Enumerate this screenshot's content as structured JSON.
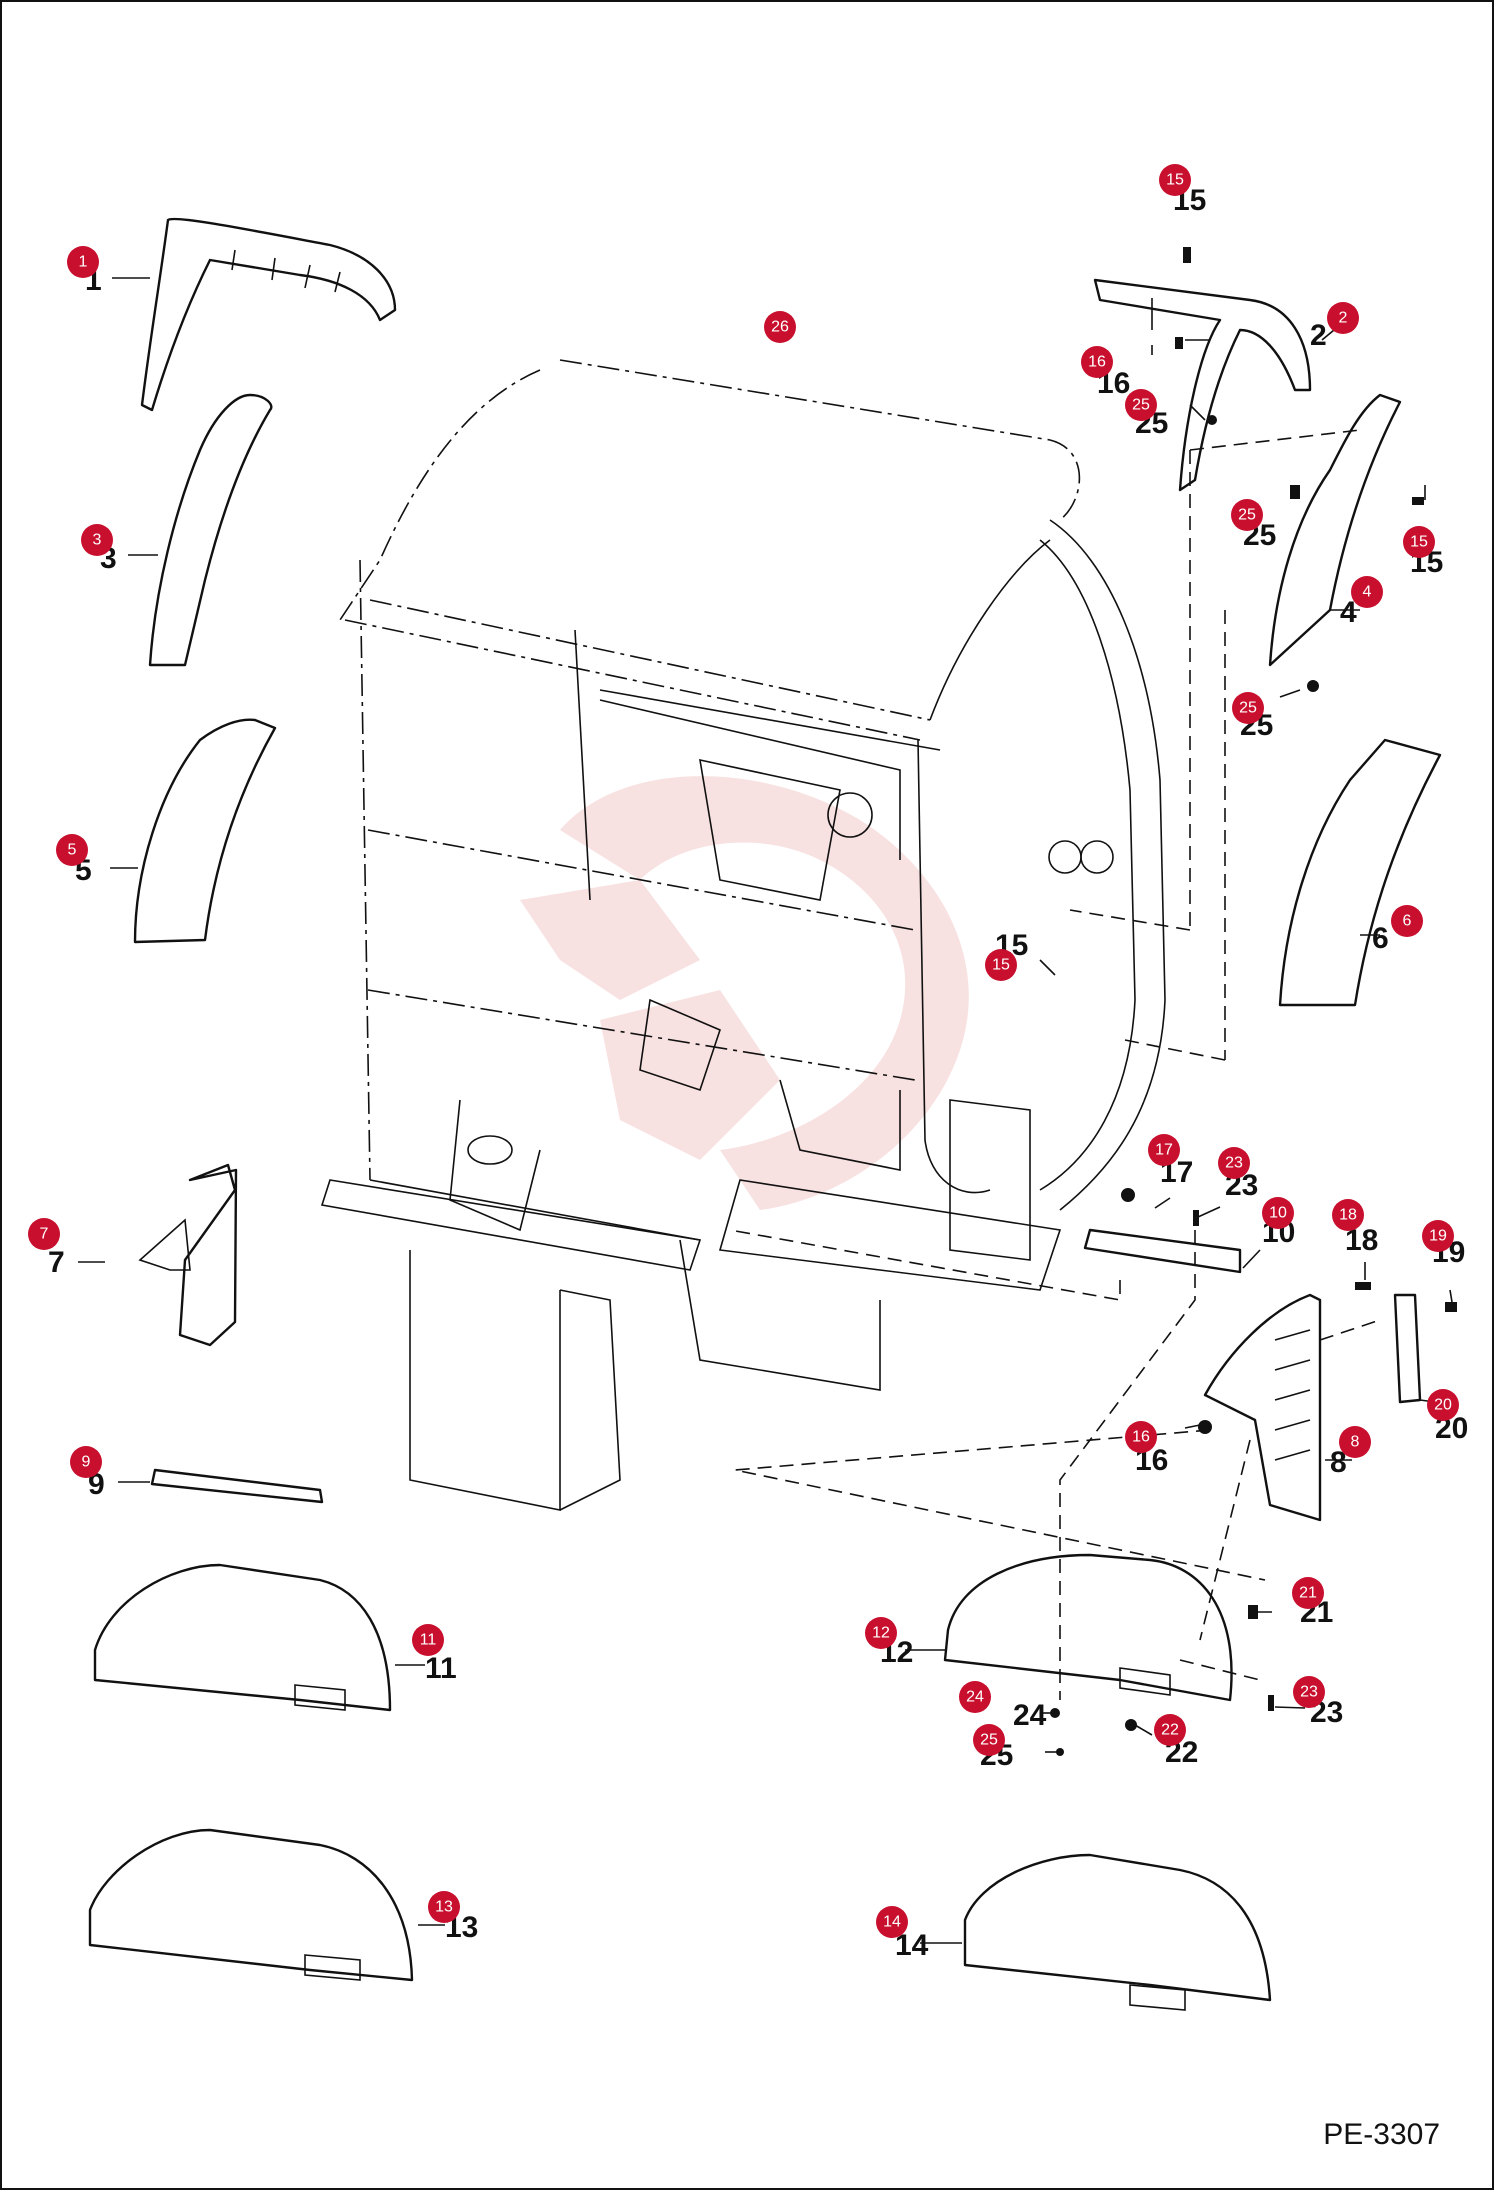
{
  "diagram": {
    "code": "PE-3307",
    "callouts": [
      {
        "n": "1"
      },
      {
        "n": "2"
      },
      {
        "n": "3"
      },
      {
        "n": "4"
      },
      {
        "n": "5"
      },
      {
        "n": "6"
      },
      {
        "n": "7"
      },
      {
        "n": "8"
      },
      {
        "n": "9"
      },
      {
        "n": "10"
      },
      {
        "n": "11"
      },
      {
        "n": "12"
      },
      {
        "n": "13"
      },
      {
        "n": "14"
      },
      {
        "n": "15"
      },
      {
        "n": "15"
      },
      {
        "n": "15"
      },
      {
        "n": "16"
      },
      {
        "n": "16"
      },
      {
        "n": "17"
      },
      {
        "n": "18"
      },
      {
        "n": "19"
      },
      {
        "n": "20"
      },
      {
        "n": "21"
      },
      {
        "n": "22"
      },
      {
        "n": "23"
      },
      {
        "n": "23"
      },
      {
        "n": "24"
      },
      {
        "n": "25"
      },
      {
        "n": "25"
      },
      {
        "n": "25"
      },
      {
        "n": "25"
      },
      {
        "n": "26"
      }
    ],
    "colors": {
      "badge": "#c8102e",
      "line": "#111111",
      "watermark": "#f3c9c9"
    }
  }
}
